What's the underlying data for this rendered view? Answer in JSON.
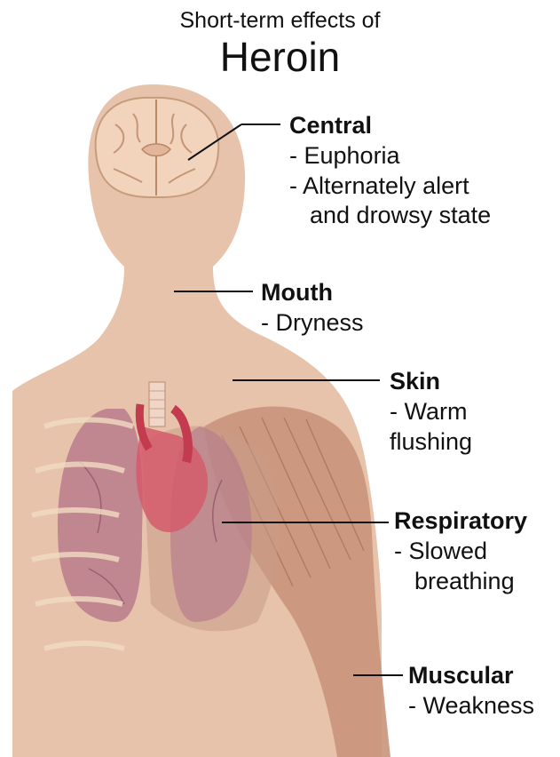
{
  "title": {
    "subtitle": "Short-term effects of",
    "main": "Heroin"
  },
  "colors": {
    "skin": "#e7c3ab",
    "muscle": "#c9957b",
    "lung": "#b87d8c",
    "vessel": "#d45a6a",
    "brain": "#f2d4bc",
    "text": "#111111"
  },
  "labels": {
    "central": {
      "heading": "Central",
      "items": [
        "- Euphoria",
        "- Alternately alert",
        "and drowsy state"
      ]
    },
    "mouth": {
      "heading": "Mouth",
      "items": [
        "- Dryness"
      ]
    },
    "skin": {
      "heading": "Skin",
      "items": [
        "- Warm",
        "flushing"
      ]
    },
    "respiratory": {
      "heading": "Respiratory",
      "items": [
        "- Slowed",
        "breathing"
      ]
    },
    "muscular": {
      "heading": "Muscular",
      "items": [
        "- Weakness"
      ]
    }
  }
}
